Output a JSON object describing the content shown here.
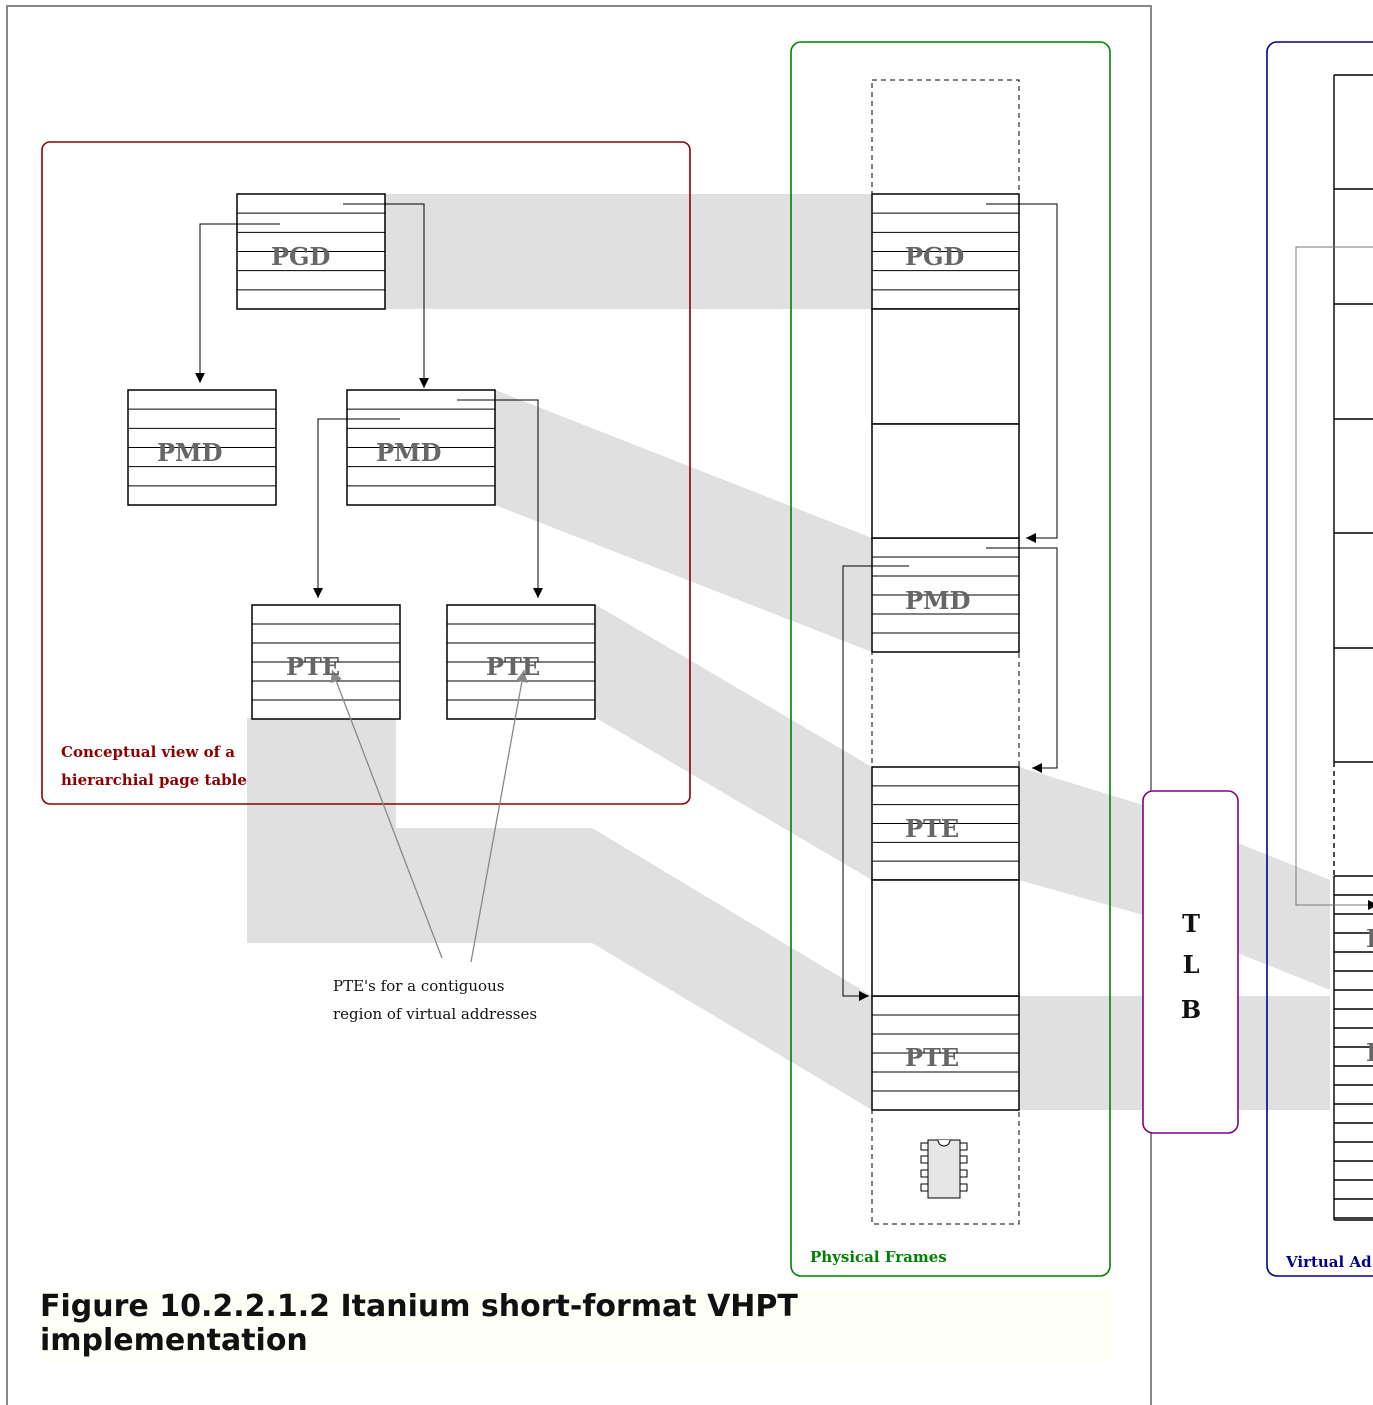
{
  "labels": {
    "pgd": "PGD",
    "pmd": "PMD",
    "pte": "PTE",
    "conceptual_line1": "Conceptual view of a",
    "conceptual_line2": "hierarchial page table",
    "note_line1": "PTE's for a contiguous",
    "note_line2": "region of virtual addresses",
    "physical_frames": "Physical Frames",
    "virtual_address": "Virtual Ad",
    "tlb_t": "T",
    "tlb_l": "L",
    "tlb_b": "B",
    "partial_glyph": "I"
  },
  "caption": {
    "line1": "Figure 10.2.2.1.2 Itanium short-format VHPT",
    "line2": "implementation"
  },
  "colors": {
    "conceptual_box": "#8b0000",
    "physical_box": "#008000",
    "virtual_box": "#00008b",
    "tlb_box": "#800080",
    "band": "#e0e0e0",
    "table_label": "#666666"
  }
}
